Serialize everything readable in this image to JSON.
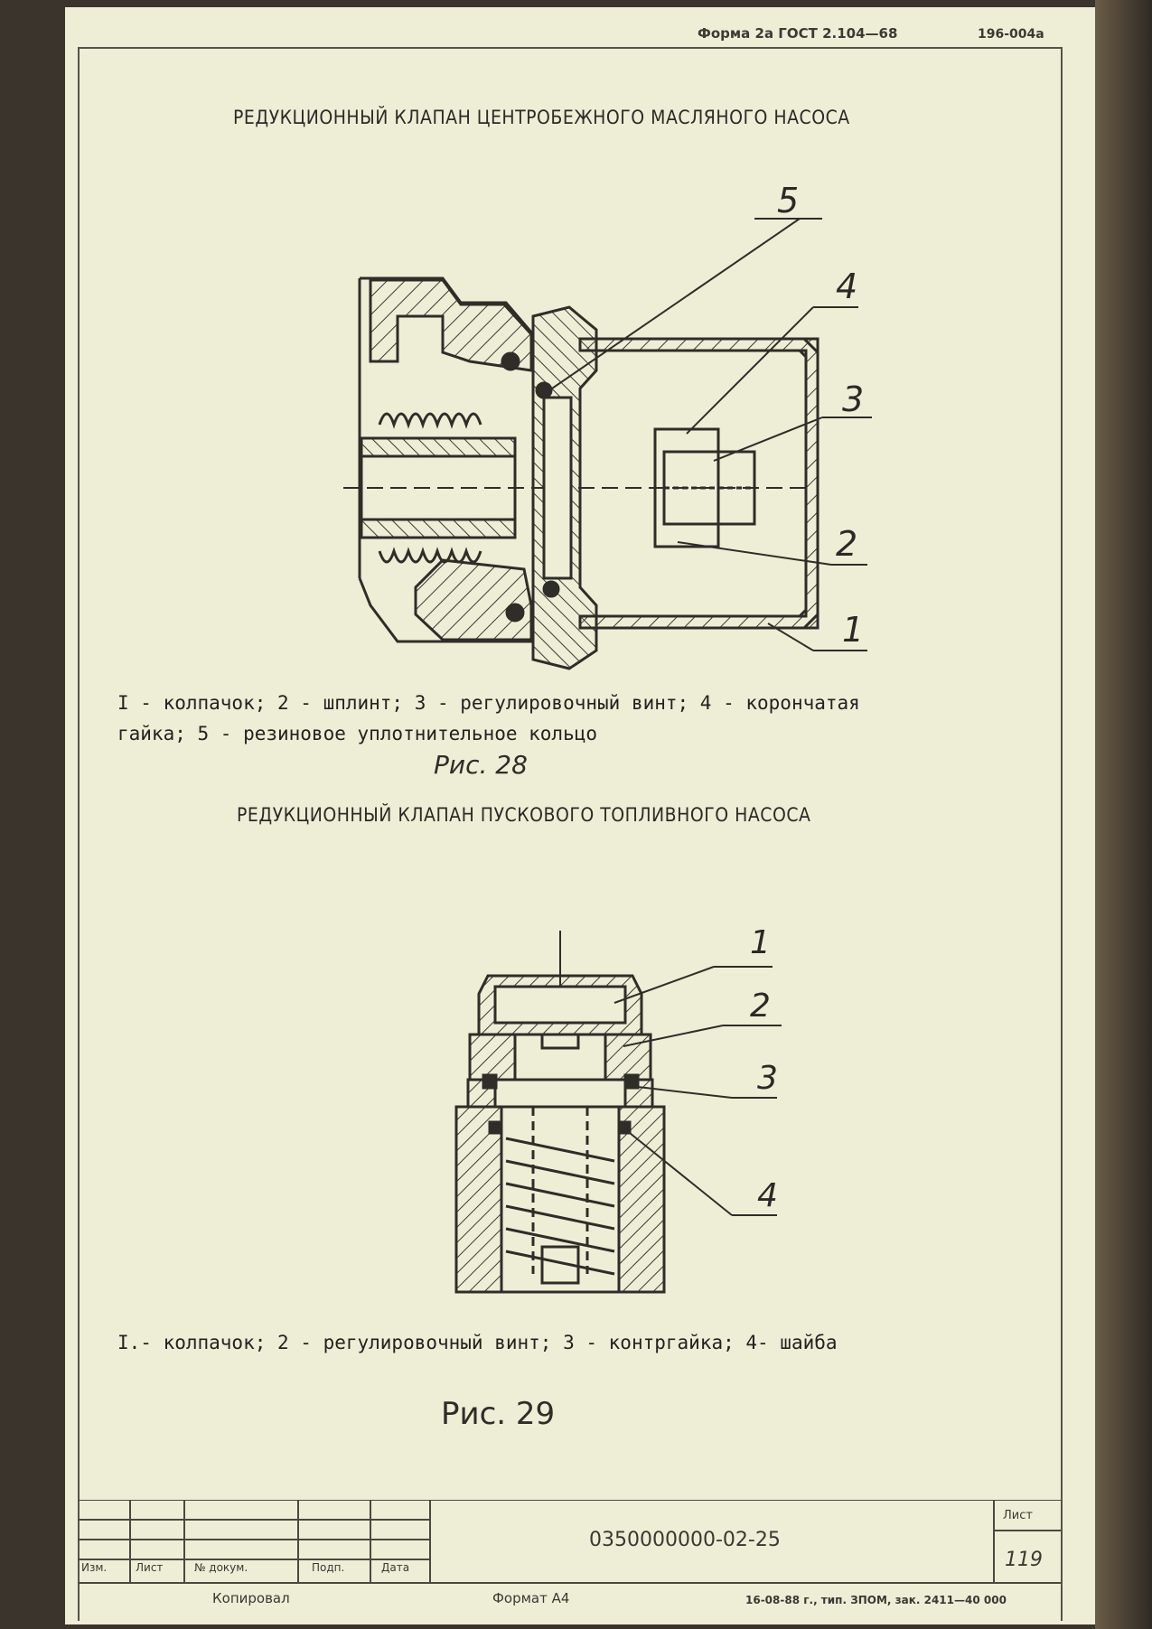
{
  "header": {
    "form": "Форма 2а ГОСТ 2.104—68",
    "code": "196-004а"
  },
  "figure1": {
    "title": "РЕДУКЦИОННЫЙ КЛАПАН ЦЕНТРОБЕЖНОГО МАСЛЯНОГО НАСОСА",
    "callouts": [
      "5",
      "4",
      "3",
      "2",
      "1"
    ],
    "caption_line1": "I - колпачок; 2 - шплинт; 3 - регулировочный винт; 4 - корончатая",
    "caption_line2": "гайка; 5 - резиновое уплотнительное кольцо",
    "label": "Рис. 28"
  },
  "figure2": {
    "title": "РЕДУКЦИОННЫЙ КЛАПАН ПУСКОВОГО ТОПЛИВНОГО НАСОСА",
    "callouts": [
      "1",
      "2",
      "3",
      "4"
    ],
    "caption": "I.- колпачок; 2 - регулировочный винт; 3 - контргайка; 4- шайба",
    "label": "Рис. 29"
  },
  "title_block": {
    "doc_number": "0350000000-02-25",
    "sheet_label": "Лист",
    "sheet_number": "119",
    "col_change": "Изм.",
    "col_sheet": "Лист",
    "col_doc": "№ докум.",
    "col_sign": "Подп.",
    "col_date": "Дата",
    "copied": "Копировал",
    "format": "Формат  А4",
    "print_info": "16-08-88 г., тип. ЗПОМ, зак. 2411—40 000"
  }
}
